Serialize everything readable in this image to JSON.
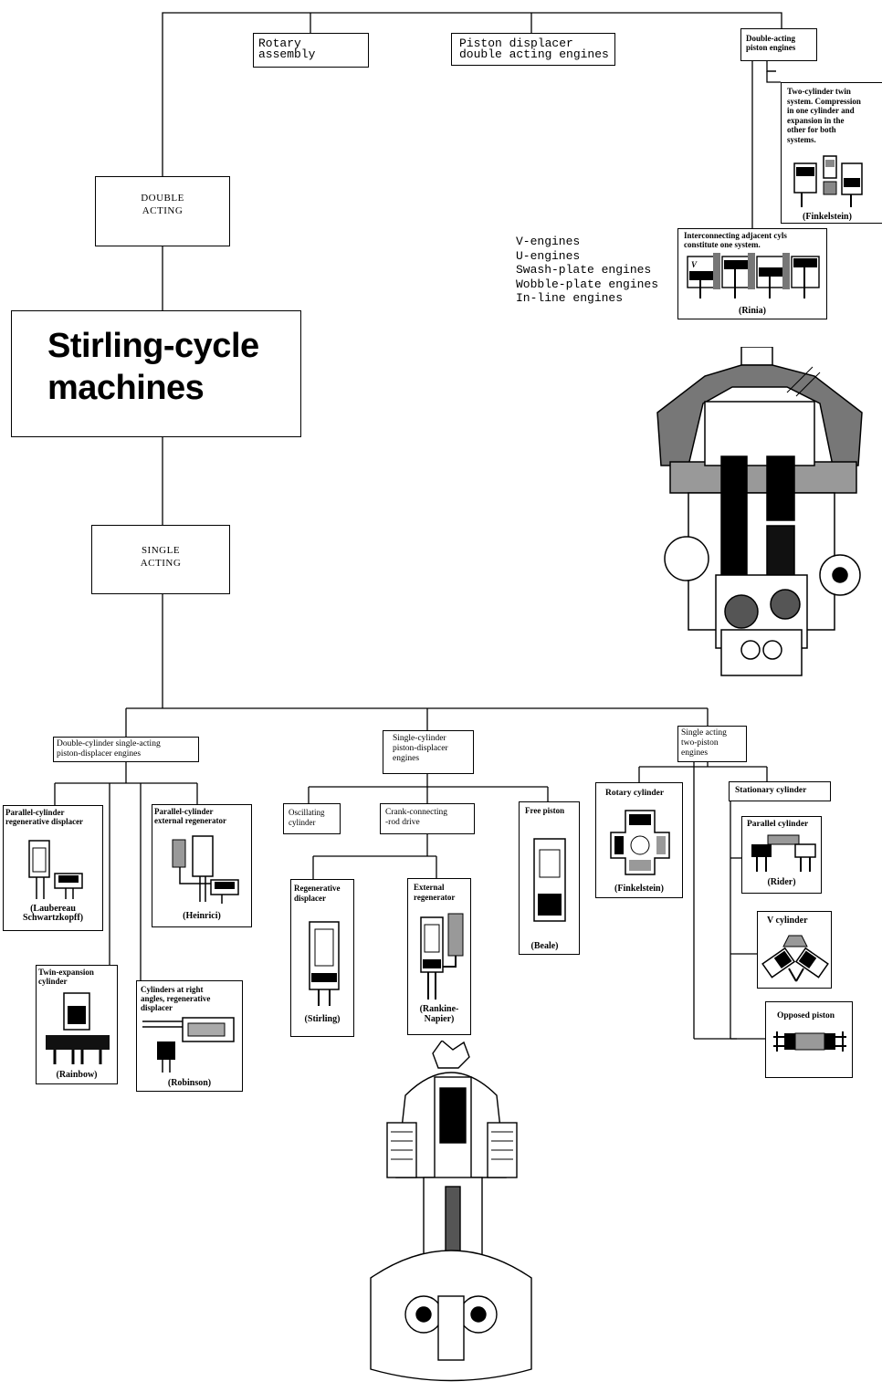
{
  "title": "Stirling-cycle\nmachines",
  "double_acting": "DOUBLE\nACTING",
  "single_acting": "SINGLE\nACTING",
  "rotary": "Rotary\nassembly",
  "piston_displacer_double": "Piston displacer\ndouble acting engines",
  "double_acting_piston": "Double-acting\npiston engines",
  "two_cylinder_twin": "Two-cylinder twin\nsystem. Compression\nin one cylinder and\nexpansion in the\nother for both\nsystems.",
  "two_cylinder_twin_inventor": "(Finkelstein)",
  "interconnecting": "Interconnecting adjacent cyls\nconstitute one system.",
  "interconnecting_inventor": "(Rinia)",
  "engine_types": [
    "V-engines",
    "U-engines",
    "Swash-plate engines",
    "Wobble-plate engines",
    "In-line engines"
  ],
  "single_acting_branches": {
    "double_cylinder": {
      "label": "Double-cylinder single-acting\npiston-displacer engines",
      "children": [
        {
          "label": "Parallel-cylinder\nregenerative displacer",
          "inventor": "(Laubereau\nSchwartzkopff)"
        },
        {
          "label": "Parallel-cylinder\nexternal regenerator",
          "inventor": "(Heinrici)"
        },
        {
          "label": "Twin-expansion\ncylinder",
          "inventor": "(Rainbow)"
        },
        {
          "label": "Cylinders at right\nangles, regenerative\ndisplacer",
          "inventor": "(Robinson)"
        }
      ]
    },
    "single_cylinder": {
      "label": "Single-cylinder\npiston-displacer\nengines",
      "oscillating": "Oscillating\ncylinder",
      "crank": "Crank-connecting\n-rod drive",
      "free_piston": {
        "label": "Free piston",
        "inventor": "(Beale)"
      },
      "regenerative_displacer": {
        "label": "Regenerative\ndisplacer",
        "inventor": "(Stirling)"
      },
      "external_regenerator": {
        "label": "External\nregenerator",
        "inventor": "(Rankine-\nNapier)"
      }
    },
    "two_piston": {
      "label": "Single acting\ntwo-piston\nengines",
      "rotary_cylinder": {
        "label": "Rotary cylinder",
        "inventor": "(Finkelstein)"
      },
      "stationary_cylinder": "Stationary cylinder",
      "parallel_cylinder": {
        "label": "Parallel cylinder",
        "inventor": "(Rider)"
      },
      "v_cylinder": {
        "label": "V  cylinder"
      },
      "opposed_piston": {
        "label": "Opposed piston"
      }
    }
  },
  "colors": {
    "ink": "#000000",
    "paper": "#ffffff",
    "hatch": "#555555"
  }
}
